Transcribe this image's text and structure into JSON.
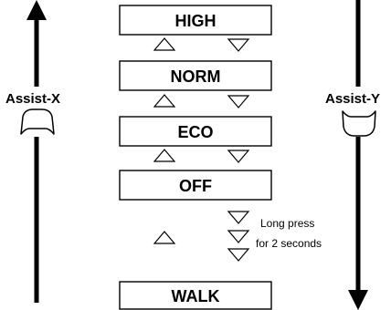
{
  "modes": [
    "HIGH",
    "NORM",
    "ECO",
    "OFF",
    "WALK"
  ],
  "buttons": {
    "left": {
      "label": "Assist-X",
      "icon": "up-arrow-icon",
      "button_icon": "button-x-icon"
    },
    "right": {
      "label": "Assist-Y",
      "icon": "down-arrow-icon",
      "button_icon": "button-y-icon"
    }
  },
  "walk_note": {
    "line1": "Long press",
    "line2": "for 2 seconds"
  },
  "colors": {
    "ink": "#000000",
    "background": "#ffffff"
  }
}
